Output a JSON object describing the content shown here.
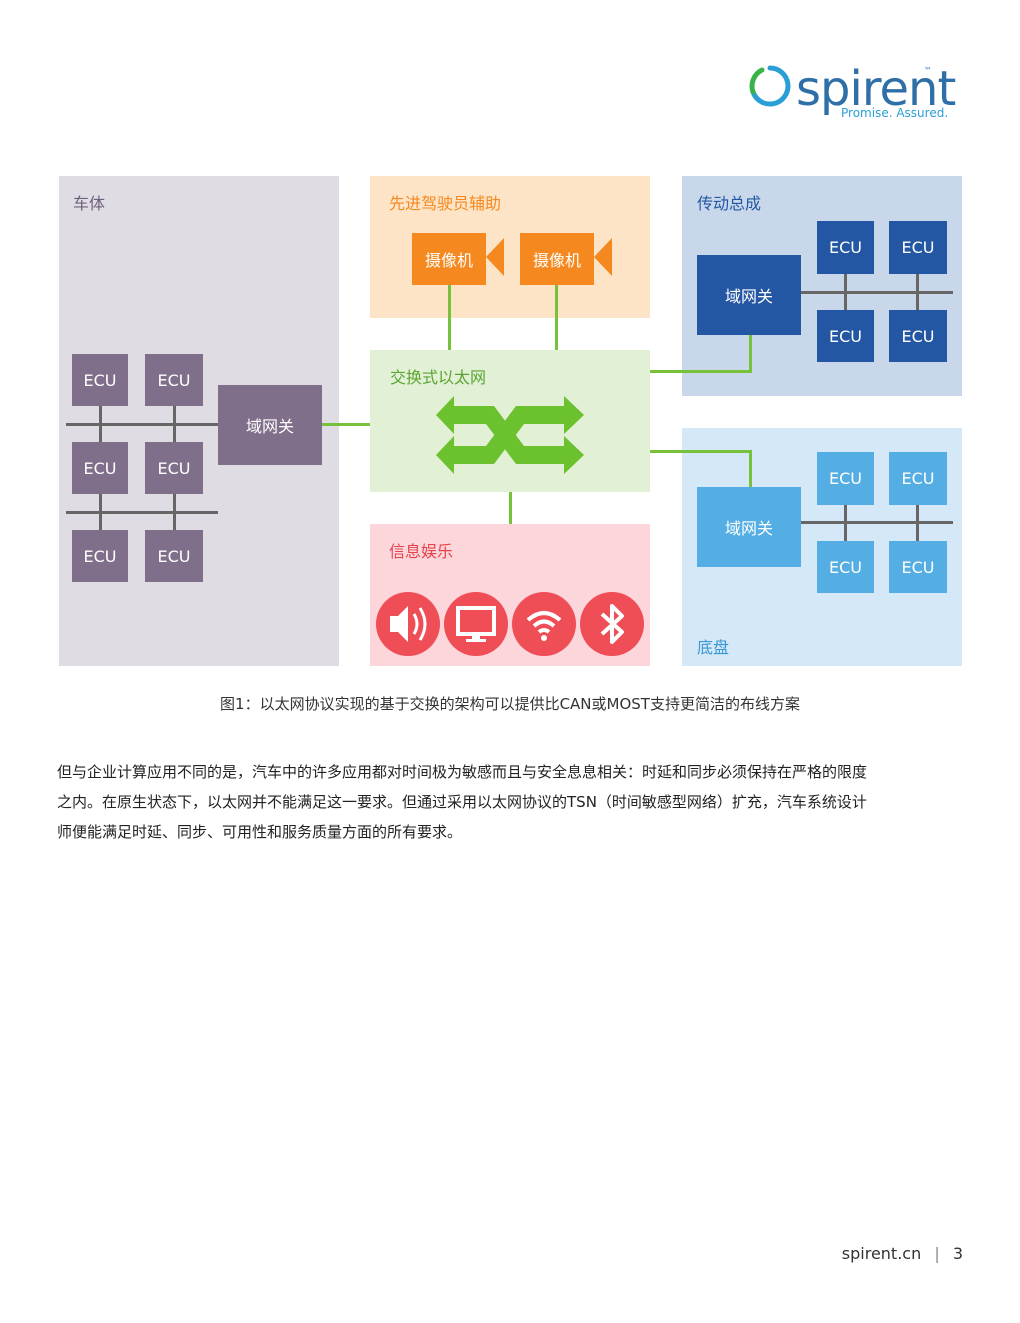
{
  "logo": {
    "brand": "spirent",
    "tm": "™",
    "tagline": "Promise. Assured.",
    "colors": {
      "primary": "#2f6fa8",
      "accent": "#2a9fd6",
      "swoosh": "#37b34a"
    }
  },
  "diagram": {
    "body": {
      "title": "车体",
      "gateway": "域网关",
      "ecus": [
        "ECU",
        "ECU",
        "ECU",
        "ECU",
        "ECU",
        "ECU"
      ]
    },
    "adas": {
      "title": "先进驾驶员辅助",
      "cameras": [
        "摄像机",
        "摄像机"
      ]
    },
    "switch": {
      "title": "交换式以太网"
    },
    "infotainment": {
      "title": "信息娱乐",
      "icons": [
        "speaker-icon",
        "monitor-icon",
        "wifi-icon",
        "bluetooth-icon"
      ]
    },
    "powertrain": {
      "title": "传动总成",
      "gateway": "域网关",
      "ecus": [
        "ECU",
        "ECU",
        "ECU",
        "ECU"
      ]
    },
    "chassis": {
      "title": "底盘",
      "gateway": "域网关",
      "ecus": [
        "ECU",
        "ECU",
        "ECU",
        "ECU"
      ]
    },
    "colors": {
      "body_bg": "#e0dce4",
      "adas_bg": "#fde4c7",
      "switch_bg": "#e2f0d6",
      "info_bg": "#fcd6da",
      "pt_bg": "#c8d7ea",
      "ch_bg": "#d4e8f7",
      "link": "#78c13b"
    }
  },
  "caption": "图1：以太网协议实现的基于交换的架构可以提供比CAN或MOST支持更简洁的布线方案",
  "paragraph_lines": [
    "但与企业计算应用不同的是，汽车中的许多应用都对时间极为敏感而且与安全息息相关：时延和同步必须保持在严格的限度",
    "之内。在原生状态下，以太网并不能满足这一要求。但通过采用以太网协议的TSN（时间敏感型网络）扩充，汽车系统设计",
    "师便能满足时延、同步、可用性和服务质量方面的所有要求。"
  ],
  "footer": {
    "site": "spirent.cn",
    "separator": "|",
    "page": "3"
  }
}
